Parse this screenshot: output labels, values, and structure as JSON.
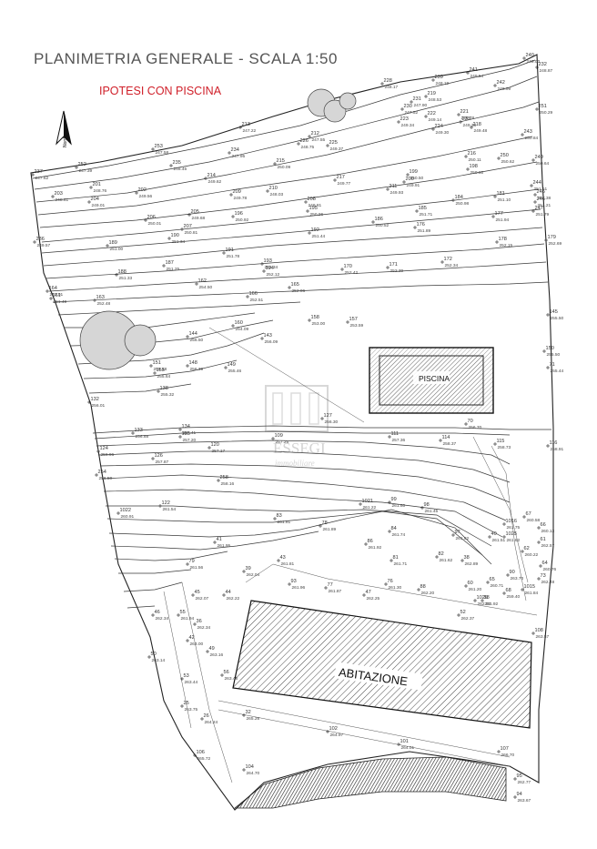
{
  "title": "PLANIMETRIA GENERALE - SCALA 1:50",
  "subtitle": "IPOTESI CON PISCINA",
  "north_label": "Nord",
  "pool_label": "PISCINA",
  "house_label": "ABITAZIONE",
  "watermark": {
    "brand": "ESSEGI",
    "tagline": "immobiliare"
  },
  "colors": {
    "title": "#555555",
    "subtitle": "#d0202a",
    "lines": "#3a3a3a"
  },
  "points": [
    {
      "id": "240",
      "elev": "249.00"
    },
    {
      "id": "232",
      "elev": "248.87"
    },
    {
      "id": "241",
      "elev": "249.54"
    },
    {
      "id": "242",
      "elev": "248.99"
    },
    {
      "id": "239",
      "elev": "248.19"
    },
    {
      "id": "228",
      "elev": "248.17"
    },
    {
      "id": "219",
      "elev": "248.53"
    },
    {
      "id": "231",
      "elev": "247.90"
    },
    {
      "id": "230",
      "elev": "247.52"
    },
    {
      "id": "221",
      "elev": "249.78"
    },
    {
      "id": "233",
      "elev": "249.38"
    },
    {
      "id": "251",
      "elev": "250.29"
    },
    {
      "id": "222",
      "elev": "249.14"
    },
    {
      "id": "223",
      "elev": "249.34"
    },
    {
      "id": "224",
      "elev": "249.30"
    },
    {
      "id": "218",
      "elev": "249.48"
    },
    {
      "id": "243",
      "elev": "250.84"
    },
    {
      "id": "213",
      "elev": "247.22"
    },
    {
      "id": "212",
      "elev": "247.55"
    },
    {
      "id": "226",
      "elev": "248.75"
    },
    {
      "id": "225",
      "elev": "249.37"
    },
    {
      "id": "253",
      "elev": "247.58"
    },
    {
      "id": "234",
      "elev": "247.95"
    },
    {
      "id": "235",
      "elev": "248.45"
    },
    {
      "id": "216",
      "elev": "250.11"
    },
    {
      "id": "250",
      "elev": "250.62"
    },
    {
      "id": "249",
      "elev": "250.64"
    },
    {
      "id": "214",
      "elev": "249.62"
    },
    {
      "id": "215",
      "elev": "250.09"
    },
    {
      "id": "252",
      "elev": "247.39"
    },
    {
      "id": "237",
      "elev": "247.62"
    },
    {
      "id": "201",
      "elev": "248.76"
    },
    {
      "id": "202",
      "elev": "249.56"
    },
    {
      "id": "203",
      "elev": "248.61"
    },
    {
      "id": "204",
      "elev": "249.01"
    },
    {
      "id": "217",
      "elev": "249.77"
    },
    {
      "id": "199",
      "elev": "250.50"
    },
    {
      "id": "200",
      "elev": "249.91"
    },
    {
      "id": "198",
      "elev": "250.80"
    },
    {
      "id": "244",
      "elev": "251.61"
    },
    {
      "id": "245",
      "elev": "251.38"
    },
    {
      "id": "246",
      "elev": "251.21"
    },
    {
      "id": "211",
      "elev": "249.93"
    },
    {
      "id": "210",
      "elev": "248.03"
    },
    {
      "id": "209",
      "elev": "249.78"
    },
    {
      "id": "208",
      "elev": "249.81"
    },
    {
      "id": "181",
      "elev": "251.10"
    },
    {
      "id": "184",
      "elev": "250.98"
    },
    {
      "id": "177",
      "elev": "251.94"
    },
    {
      "id": "247",
      "elev": "251.79"
    },
    {
      "id": "236",
      "elev": "249.57"
    },
    {
      "id": "205",
      "elev": "249.68"
    },
    {
      "id": "206",
      "elev": "250.01"
    },
    {
      "id": "207",
      "elev": "250.81"
    },
    {
      "id": "196",
      "elev": "250.92"
    },
    {
      "id": "195",
      "elev": "250.96"
    },
    {
      "id": "186",
      "elev": "250.52"
    },
    {
      "id": "185",
      "elev": "251.71"
    },
    {
      "id": "176",
      "elev": "251.89"
    },
    {
      "id": "189",
      "elev": "251.00"
    },
    {
      "id": "190",
      "elev": "251.34"
    },
    {
      "id": "191",
      "elev": "251.78"
    },
    {
      "id": "192",
      "elev": "251.44"
    },
    {
      "id": "179",
      "elev": "252.69"
    },
    {
      "id": "178",
      "elev": "252.15"
    },
    {
      "id": "188",
      "elev": "251.33"
    },
    {
      "id": "187",
      "elev": "251.25"
    },
    {
      "id": "193",
      "elev": "252.34"
    },
    {
      "id": "194",
      "elev": "252.12"
    },
    {
      "id": "170",
      "elev": "252.42"
    },
    {
      "id": "171",
      "elev": "252.39"
    },
    {
      "id": "172",
      "elev": "252.34"
    },
    {
      "id": "162",
      "elev": "254.50"
    },
    {
      "id": "166",
      "elev": "252.51"
    },
    {
      "id": "165",
      "elev": "252.06"
    },
    {
      "id": "164",
      "elev": "253.01"
    },
    {
      "id": "161",
      "elev": "251.49"
    },
    {
      "id": "163",
      "elev": "252.48"
    },
    {
      "id": "158",
      "elev": "253.00"
    },
    {
      "id": "157",
      "elev": "253.59"
    },
    {
      "id": "145",
      "elev": "255.50"
    },
    {
      "id": "144",
      "elev": "256.50"
    },
    {
      "id": "160",
      "elev": "254.09"
    },
    {
      "id": "150",
      "elev": "255.50"
    },
    {
      "id": "143",
      "elev": "256.09"
    },
    {
      "id": "151",
      "elev": "255.18"
    },
    {
      "id": "148",
      "elev": "256.39"
    },
    {
      "id": "149",
      "elev": "255.46"
    },
    {
      "id": "155",
      "elev": "255.64"
    },
    {
      "id": "138",
      "elev": "255.32"
    },
    {
      "id": "132",
      "elev": "256.01"
    },
    {
      "id": "71",
      "elev": "255.44"
    },
    {
      "id": "127",
      "elev": "256.30"
    },
    {
      "id": "134",
      "elev": "257.41"
    },
    {
      "id": "135",
      "elev": "257.20"
    },
    {
      "id": "133",
      "elev": "256.88"
    },
    {
      "id": "109",
      "elev": "257.25"
    },
    {
      "id": "111",
      "elev": "257.36"
    },
    {
      "id": "120",
      "elev": "257.17"
    },
    {
      "id": "124",
      "elev": "256.96"
    },
    {
      "id": "126",
      "elev": "257.87"
    },
    {
      "id": "114",
      "elev": "258.37"
    },
    {
      "id": "254",
      "elev": "256.50"
    },
    {
      "id": "258",
      "elev": "258.16"
    },
    {
      "id": "70",
      "elev": "256.70"
    },
    {
      "id": "115",
      "elev": "258.73"
    },
    {
      "id": "116",
      "elev": "258.91"
    },
    {
      "id": "122",
      "elev": "261.54"
    },
    {
      "id": "1022",
      "elev": "260.91"
    },
    {
      "id": "1021",
      "elev": "261.22"
    },
    {
      "id": "99",
      "elev": "261.60"
    },
    {
      "id": "98",
      "elev": "261.45"
    },
    {
      "id": "83",
      "elev": "261.81"
    },
    {
      "id": "78",
      "elev": "261.89"
    },
    {
      "id": "84",
      "elev": "261.74"
    },
    {
      "id": "86",
      "elev": "261.92"
    },
    {
      "id": "97",
      "elev": "261.82"
    },
    {
      "id": "40",
      "elev": "261.51"
    },
    {
      "id": "41",
      "elev": "261.95"
    },
    {
      "id": "43",
      "elev": "261.81"
    },
    {
      "id": "79",
      "elev": "261.56"
    },
    {
      "id": "81",
      "elev": "261.71"
    },
    {
      "id": "82",
      "elev": "261.62"
    },
    {
      "id": "38",
      "elev": "262.89"
    },
    {
      "id": "39",
      "elev": "262.04"
    },
    {
      "id": "93",
      "elev": "261.96"
    },
    {
      "id": "77",
      "elev": "261.87"
    },
    {
      "id": "76",
      "elev": "261.30"
    },
    {
      "id": "88",
      "elev": "262.20"
    },
    {
      "id": "47",
      "elev": "262.25"
    },
    {
      "id": "44",
      "elev": "262.22"
    },
    {
      "id": "45",
      "elev": "262.07"
    },
    {
      "id": "46",
      "elev": "262.34"
    },
    {
      "id": "55",
      "elev": "261.94"
    },
    {
      "id": "52",
      "elev": "262.37"
    },
    {
      "id": "36",
      "elev": "262.34"
    },
    {
      "id": "42",
      "elev": "263.00"
    },
    {
      "id": "49",
      "elev": "263.16"
    },
    {
      "id": "50",
      "elev": "263.14"
    },
    {
      "id": "53",
      "elev": "263.44"
    },
    {
      "id": "56",
      "elev": "263.48"
    },
    {
      "id": "25",
      "elev": "263.75"
    },
    {
      "id": "26",
      "elev": "264.24"
    },
    {
      "id": "101",
      "elev": "264.01"
    },
    {
      "id": "102",
      "elev": "264.97"
    },
    {
      "id": "32",
      "elev": "265.28"
    },
    {
      "id": "104",
      "elev": "264.70"
    },
    {
      "id": "106",
      "elev": "265.72"
    },
    {
      "id": "107",
      "elev": "266.70"
    },
    {
      "id": "95",
      "elev": "262.77"
    },
    {
      "id": "94",
      "elev": "263.67"
    },
    {
      "id": "108",
      "elev": "263.57"
    },
    {
      "id": "90",
      "elev": "263.70"
    },
    {
      "id": "58",
      "elev": "261.92"
    },
    {
      "id": "60",
      "elev": "261.20"
    },
    {
      "id": "61",
      "elev": "262.57"
    },
    {
      "id": "62",
      "elev": "260.22"
    },
    {
      "id": "64",
      "elev": "260.76"
    },
    {
      "id": "66",
      "elev": "260.13"
    },
    {
      "id": "67",
      "elev": "260.58"
    },
    {
      "id": "68",
      "elev": "259.40"
    },
    {
      "id": "1015",
      "elev": "261.84"
    },
    {
      "id": "1016",
      "elev": "261.75"
    },
    {
      "id": "1025",
      "elev": "261.62"
    },
    {
      "id": "1026",
      "elev": "262.02"
    },
    {
      "id": "73",
      "elev": "262.48"
    },
    {
      "id": "65",
      "elev": "260.71"
    },
    {
      "id": "57",
      "elev": "261.50"
    }
  ]
}
